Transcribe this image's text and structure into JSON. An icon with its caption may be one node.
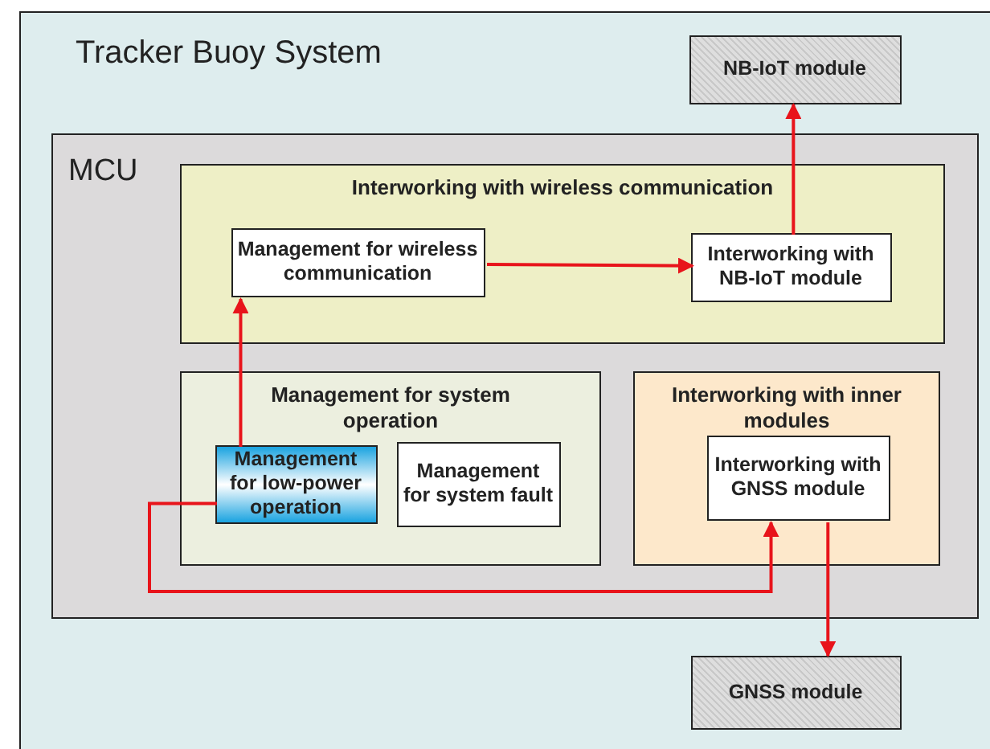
{
  "diagram": {
    "nodes": [
      {
        "text": [
          "Tracker Buoy System"
        ]
      },
      {
        "text": [
          "NB-IoT module"
        ],
        "in": 0
      },
      {
        "text": [
          "MCU"
        ],
        "in": 0
      },
      {
        "text": [
          "Interworking with wireless communication"
        ],
        "in": 2
      },
      {
        "text": [
          "Management for wireless communication"
        ],
        "in": 3
      },
      {
        "text": [
          "Interworking with NB-IoT module"
        ],
        "in": 3
      },
      {
        "text": [
          "Management for system operation"
        ],
        "in": 2
      },
      {
        "text": [
          "Management for low-power operation"
        ],
        "in": 6
      },
      {
        "text": [
          "Management for system fault"
        ],
        "in": 6
      },
      {
        "text": [
          "Interworking with inner modules"
        ],
        "in": 2
      },
      {
        "text": [
          "Interworking with GNSS module"
        ],
        "in": 9
      },
      {
        "text": [
          "GNSS module"
        ],
        "in": 0
      }
    ],
    "edges": [
      {
        "from": 7,
        "to": 4,
        "arrow": "to"
      },
      {
        "from": 4,
        "to": 5,
        "arrow": "to"
      },
      {
        "from": 5,
        "to": 1,
        "arrow": "to"
      },
      {
        "from": 7,
        "to": 10,
        "arrow": "to"
      },
      {
        "from": 10,
        "to": 11,
        "arrow": "to"
      }
    ]
  }
}
